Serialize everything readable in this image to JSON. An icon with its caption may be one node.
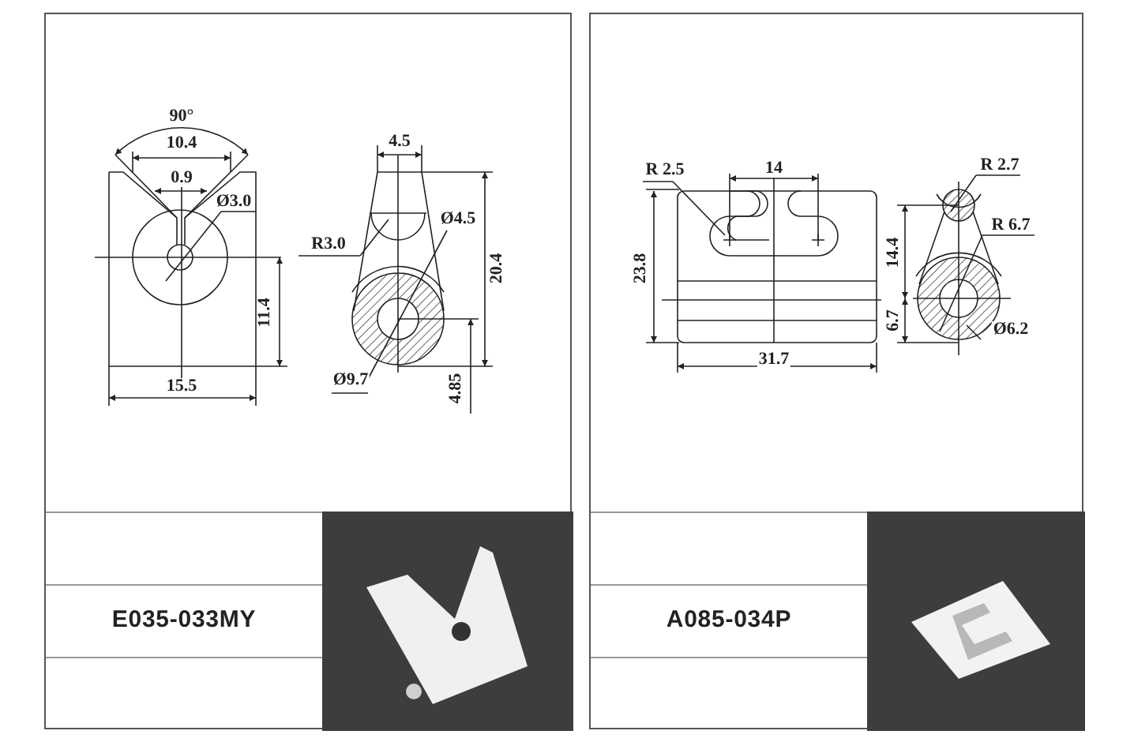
{
  "diagram": {
    "nodes": [
      {
        "text": [],
        "shape": "box"
      },
      {
        "text": [
          "E035-033MY"
        ],
        "in": 0
      },
      {
        "text": [],
        "shape": "picture",
        "in": 0
      },
      {
        "text": [],
        "shape": "box"
      },
      {
        "text": [
          "A085-034P"
        ],
        "in": 3
      },
      {
        "text": [],
        "shape": "picture",
        "in": 3
      }
    ],
    "labels": [
      "90°",
      "10.4",
      "0.9",
      "Ø3.0",
      "4.5",
      "R3.0",
      "Ø4.5",
      "20.4",
      "11.4",
      "15.5",
      "Ø9.7",
      "4.85",
      "R 2.5",
      "14",
      "R 2.7",
      "R 6.7",
      "23.8",
      "14.4",
      "6.7",
      "Ø6.2",
      "31.7"
    ]
  }
}
